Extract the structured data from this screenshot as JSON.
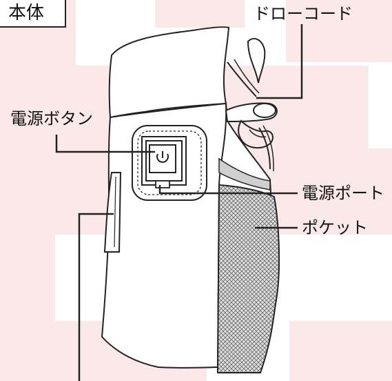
{
  "title": "本体",
  "labels": {
    "drawcord": "ドローコード",
    "power_button": "電源ボタン",
    "power_port": "電源ポート",
    "pocket": "ポケット"
  },
  "colors": {
    "background_tint": "#fbe9ea",
    "line": "#222222",
    "body_fill": "#ffffff",
    "mesh_fill": "#dedede"
  }
}
